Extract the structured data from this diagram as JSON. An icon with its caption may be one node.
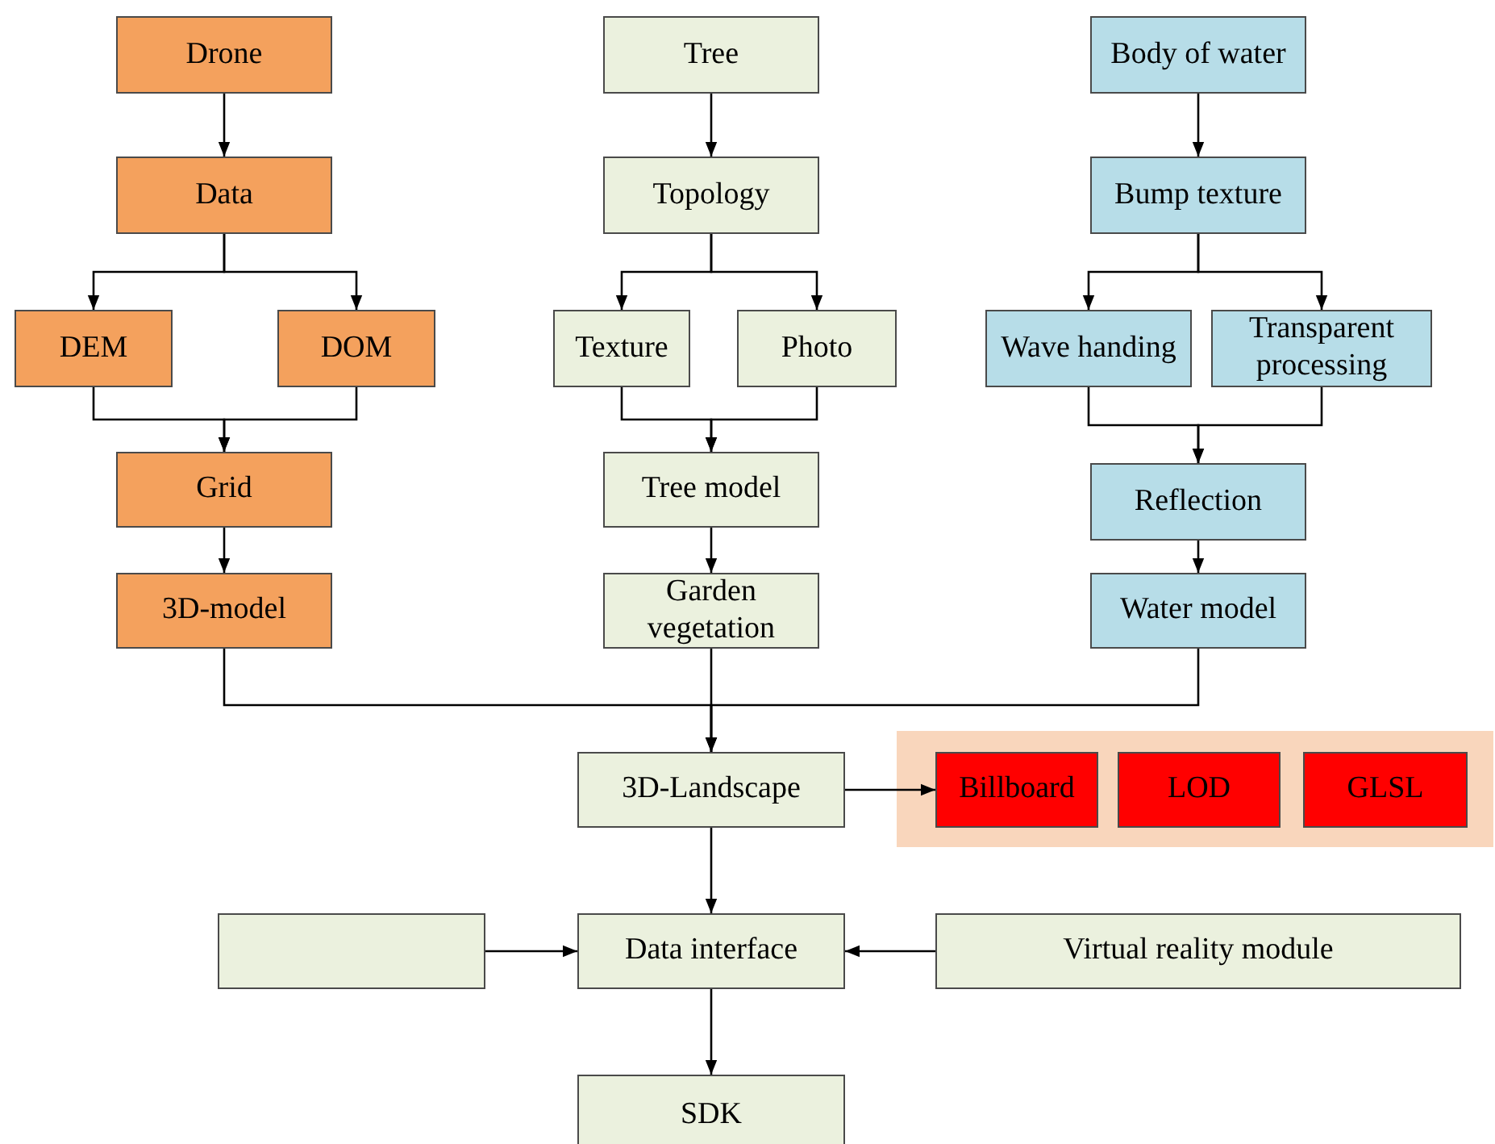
{
  "diagram": {
    "nodes": [
      {
        "text": [
          "Drone"
        ]
      },
      {
        "text": [
          "Data"
        ]
      },
      {
        "text": [
          "DEM"
        ]
      },
      {
        "text": [
          "DOM"
        ]
      },
      {
        "text": [
          "Grid"
        ]
      },
      {
        "text": [
          "3D-model"
        ]
      },
      {
        "text": [
          "Tree"
        ]
      },
      {
        "text": [
          "Topology"
        ]
      },
      {
        "text": [
          "Texture"
        ]
      },
      {
        "text": [
          "Photo"
        ]
      },
      {
        "text": [
          "Tree model"
        ]
      },
      {
        "text": [
          "Garden vegetation"
        ]
      },
      {
        "text": [
          "Body of water"
        ]
      },
      {
        "text": [
          "Bump texture"
        ]
      },
      {
        "text": [
          "Wave handing"
        ]
      },
      {
        "text": [
          "Transparent processing"
        ]
      },
      {
        "text": [
          "Reflection"
        ]
      },
      {
        "text": [
          "Water model"
        ]
      },
      {
        "text": [
          "3D-Landscape"
        ]
      },
      {
        "text": [],
        "shape": "box"
      },
      {
        "text": [
          "Billboard"
        ],
        "in": 19
      },
      {
        "text": [
          "LOD"
        ],
        "in": 19
      },
      {
        "text": [
          "GLSL"
        ],
        "in": 19
      },
      {
        "text": [],
        "shape": "box"
      },
      {
        "text": [
          "Data interface"
        ]
      },
      {
        "text": [
          "Virtual reality module"
        ]
      },
      {
        "text": [
          "SDK"
        ]
      }
    ],
    "edges": [
      {
        "from": 0,
        "to": 1,
        "arrow": "to"
      },
      {
        "from": 1,
        "to": 2,
        "arrow": "to"
      },
      {
        "from": 1,
        "to": 3,
        "arrow": "to"
      },
      {
        "from": 2,
        "to": 4,
        "arrow": "to"
      },
      {
        "from": 3,
        "to": 4,
        "arrow": "to"
      },
      {
        "from": 4,
        "to": 5,
        "arrow": "to"
      },
      {
        "from": 6,
        "to": 7,
        "arrow": "to"
      },
      {
        "from": 7,
        "to": 8,
        "arrow": "to"
      },
      {
        "from": 7,
        "to": 9,
        "arrow": "to"
      },
      {
        "from": 8,
        "to": 10,
        "arrow": "to"
      },
      {
        "from": 9,
        "to": 10,
        "arrow": "to"
      },
      {
        "from": 10,
        "to": 11,
        "arrow": "to"
      },
      {
        "from": 12,
        "to": 13,
        "arrow": "to"
      },
      {
        "from": 13,
        "to": 14,
        "arrow": "to"
      },
      {
        "from": 13,
        "to": 15,
        "arrow": "to"
      },
      {
        "from": 14,
        "to": 16,
        "arrow": "to"
      },
      {
        "from": 15,
        "to": 16,
        "arrow": "to"
      },
      {
        "from": 16,
        "to": 17,
        "arrow": "to"
      },
      {
        "from": 5,
        "to": 18,
        "arrow": "to"
      },
      {
        "from": 11,
        "to": 18,
        "arrow": "to"
      },
      {
        "from": 17,
        "to": 18,
        "arrow": "to"
      },
      {
        "from": 18,
        "to": 20,
        "arrow": "to"
      },
      {
        "from": 18,
        "to": 24,
        "arrow": "to"
      },
      {
        "from": 23,
        "to": 24,
        "arrow": "to"
      },
      {
        "from": 25,
        "to": 24,
        "arrow": "to"
      },
      {
        "from": 24,
        "to": 26,
        "arrow": "to"
      }
    ]
  }
}
